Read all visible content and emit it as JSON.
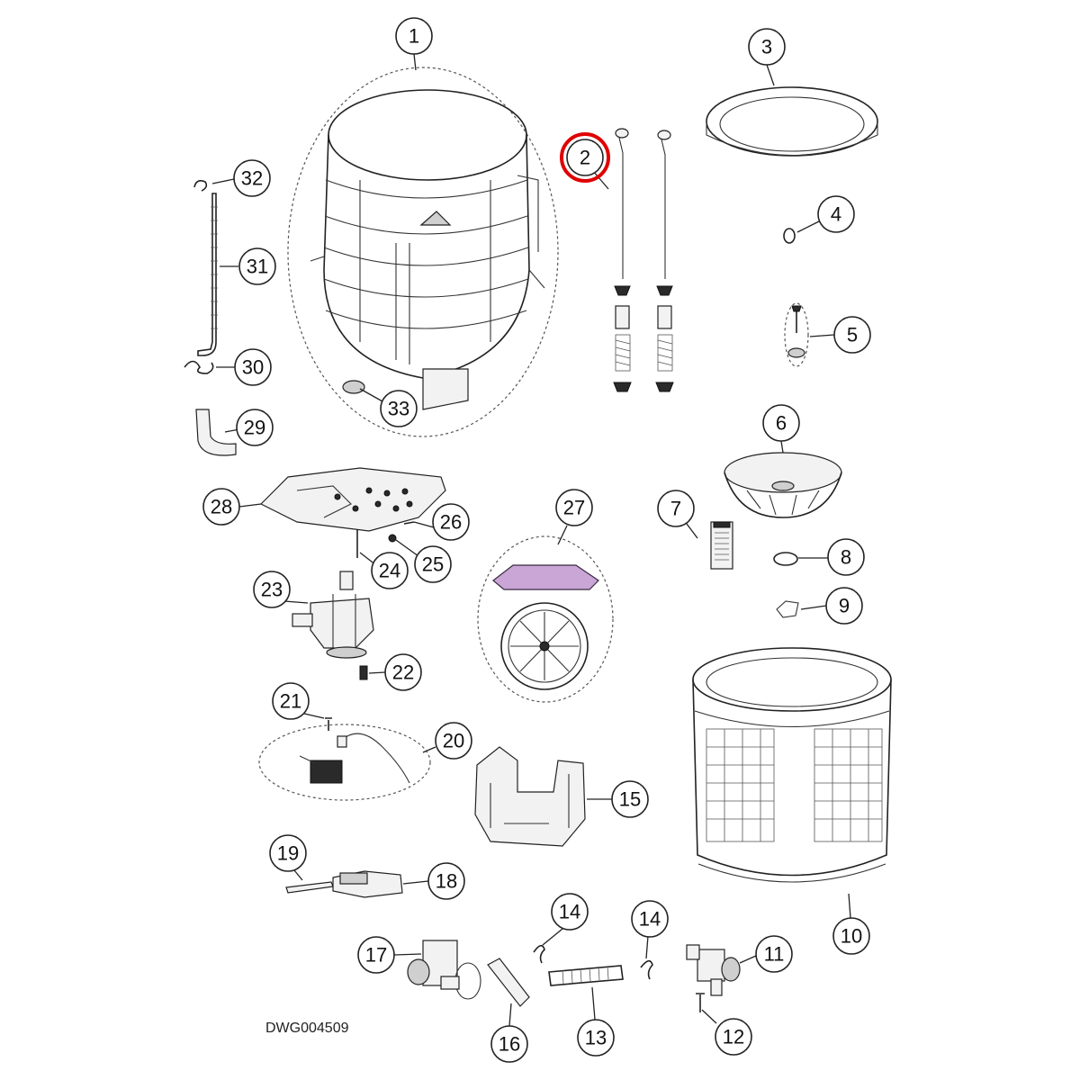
{
  "drawing_number": "DWG004509",
  "highlighted_callout": "2",
  "highlight_color": "#e00000",
  "callouts": [
    {
      "id": "c1",
      "label": "1"
    },
    {
      "id": "c2",
      "label": "2"
    },
    {
      "id": "c3",
      "label": "3"
    },
    {
      "id": "c4",
      "label": "4"
    },
    {
      "id": "c5",
      "label": "5"
    },
    {
      "id": "c6",
      "label": "6"
    },
    {
      "id": "c7",
      "label": "7"
    },
    {
      "id": "c8",
      "label": "8"
    },
    {
      "id": "c9",
      "label": "9"
    },
    {
      "id": "c10",
      "label": "10"
    },
    {
      "id": "c11",
      "label": "11"
    },
    {
      "id": "c12",
      "label": "12"
    },
    {
      "id": "c13",
      "label": "13"
    },
    {
      "id": "c14a",
      "label": "14"
    },
    {
      "id": "c14b",
      "label": "14"
    },
    {
      "id": "c15",
      "label": "15"
    },
    {
      "id": "c16",
      "label": "16"
    },
    {
      "id": "c17",
      "label": "17"
    },
    {
      "id": "c18",
      "label": "18"
    },
    {
      "id": "c19",
      "label": "19"
    },
    {
      "id": "c20",
      "label": "20"
    },
    {
      "id": "c21",
      "label": "21"
    },
    {
      "id": "c22",
      "label": "22"
    },
    {
      "id": "c23",
      "label": "23"
    },
    {
      "id": "c24",
      "label": "24"
    },
    {
      "id": "c25",
      "label": "25"
    },
    {
      "id": "c26",
      "label": "26"
    },
    {
      "id": "c27",
      "label": "27"
    },
    {
      "id": "c28",
      "label": "28"
    },
    {
      "id": "c29",
      "label": "29"
    },
    {
      "id": "c30",
      "label": "30"
    },
    {
      "id": "c31",
      "label": "31"
    },
    {
      "id": "c32",
      "label": "32"
    },
    {
      "id": "c33",
      "label": "33"
    }
  ]
}
